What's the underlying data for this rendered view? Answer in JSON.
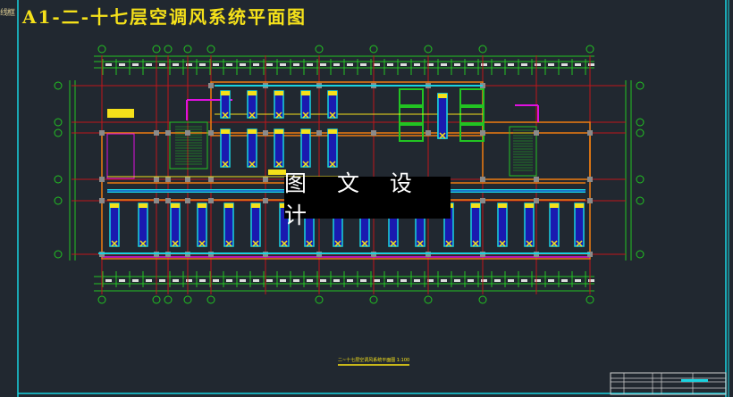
{
  "viewport": {
    "label": "线框"
  },
  "drawing": {
    "title": "A1-二-十七层空调风系统平面图",
    "caption": "二~十七层空调风系统平面图 1:100",
    "watermark": "图 文 设 计"
  },
  "colors": {
    "background": "#212830",
    "frame": "#19d3e0",
    "title": "#f5e11a",
    "grid_axis": "#c0161a",
    "dimension": "#22c422",
    "wall": "#f07c10",
    "duct": "#19d3e0",
    "duct_core": "#1a1ab0",
    "unit": "#f5e11a",
    "partition": "#e010e0",
    "column": "#8a8a8a"
  }
}
